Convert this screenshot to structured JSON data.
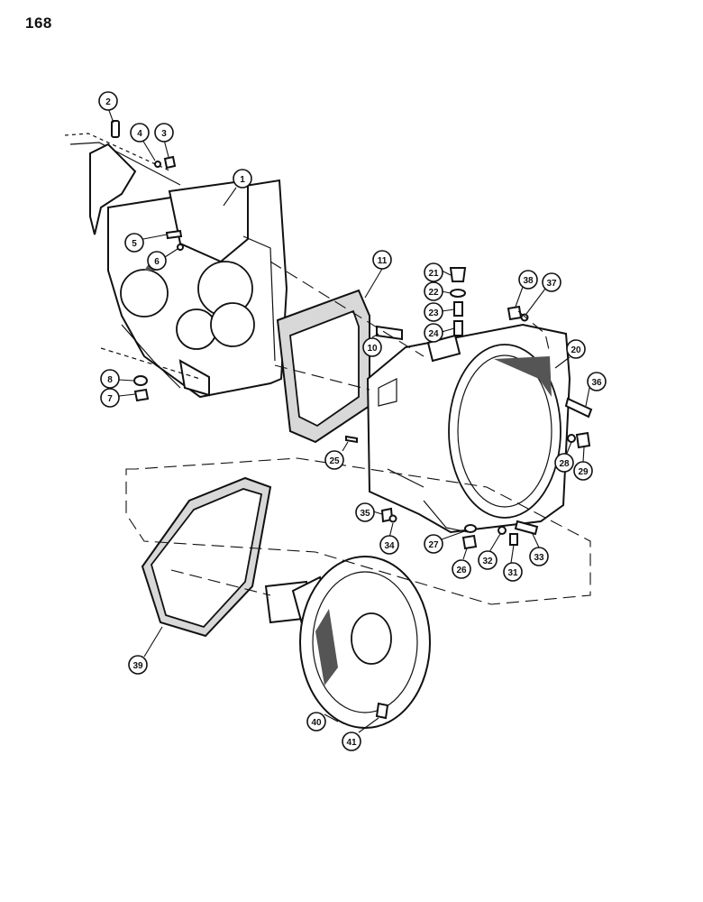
{
  "page": {
    "number": "168"
  },
  "callouts": [
    {
      "label": "1"
    },
    {
      "label": "2"
    },
    {
      "label": "3"
    },
    {
      "label": "4"
    },
    {
      "label": "5"
    },
    {
      "label": "6"
    },
    {
      "label": "7"
    },
    {
      "label": "8"
    },
    {
      "label": "10"
    },
    {
      "label": "11"
    },
    {
      "label": "20"
    },
    {
      "label": "21"
    },
    {
      "label": "22"
    },
    {
      "label": "23"
    },
    {
      "label": "24"
    },
    {
      "label": "25"
    },
    {
      "label": "26"
    },
    {
      "label": "27"
    },
    {
      "label": "28"
    },
    {
      "label": "29"
    },
    {
      "label": "31"
    },
    {
      "label": "32"
    },
    {
      "label": "33"
    },
    {
      "label": "34"
    },
    {
      "label": "35"
    },
    {
      "label": "36"
    },
    {
      "label": "37"
    },
    {
      "label": "38"
    },
    {
      "label": "39"
    },
    {
      "label": "40"
    },
    {
      "label": "41"
    }
  ]
}
